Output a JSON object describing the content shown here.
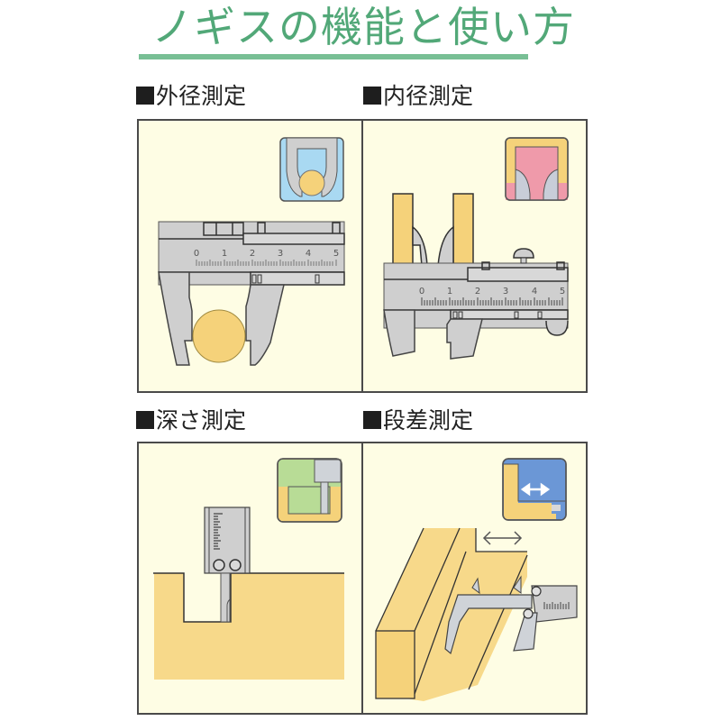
{
  "page": {
    "title": "ノギスの機能と使い方",
    "colors": {
      "title_green": "#52a878",
      "rule_green": "#78bf95",
      "panel_bg": "#fefde4",
      "border": "#4a4a4a",
      "caliper_gray": "#cfcfcf",
      "object_yellow": "#f5d27a",
      "inset_blue": "#a9d9f2",
      "inset_pink": "#ef9aaa",
      "inset_green": "#b8dc96",
      "inset_deep_blue": "#6b97d6"
    }
  },
  "sections": [
    {
      "id": "outer",
      "heading": "外径測定",
      "scale_labels": [
        "0",
        "1",
        "2",
        "3",
        "4",
        "5"
      ],
      "inset_icon": "outer-diameter-inset-icon"
    },
    {
      "id": "inner",
      "heading": "内径測定",
      "scale_labels": [
        "0",
        "1",
        "2",
        "3",
        "4",
        "5"
      ],
      "inset_icon": "inner-diameter-inset-icon"
    },
    {
      "id": "depth",
      "heading": "深さ測定",
      "inset_icon": "depth-inset-icon"
    },
    {
      "id": "step",
      "heading": "段差測定",
      "inset_icon": "step-inset-icon",
      "arrow": "↔"
    }
  ]
}
